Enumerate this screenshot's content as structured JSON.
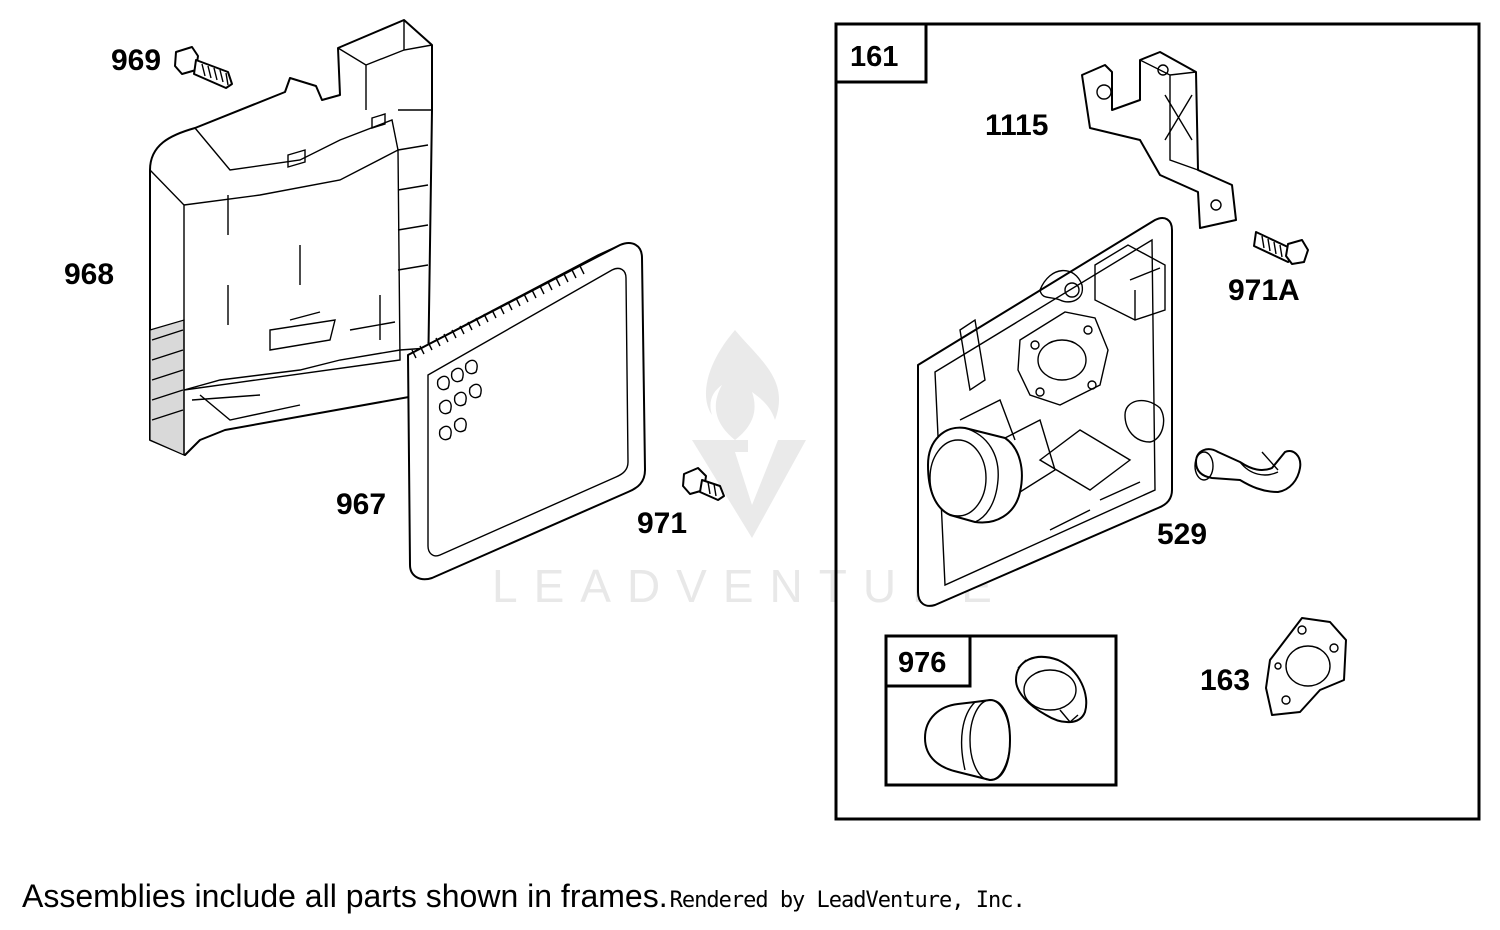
{
  "callouts": {
    "p969": "969",
    "p968": "968",
    "p967": "967",
    "p971": "971",
    "p1115": "1115",
    "p971a": "971A",
    "p529": "529",
    "p163": "163"
  },
  "frames": {
    "f161": "161",
    "f976": "976"
  },
  "watermark": {
    "text": "LEADVENTURE"
  },
  "footer": {
    "note": "Assemblies include all parts shown in frames.",
    "credit": "Rendered by LeadVenture, Inc."
  },
  "colors": {
    "line": "#000000",
    "watermark": "#e6e6e6",
    "background": "#ffffff"
  }
}
